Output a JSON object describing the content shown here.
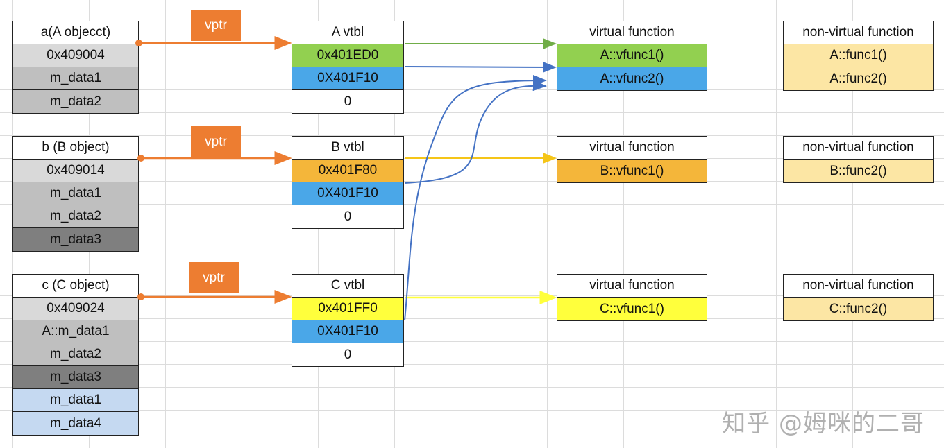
{
  "objects": {
    "a": {
      "header": "a(A objecct)",
      "rows": [
        "0x409004",
        "m_data1",
        "m_data2"
      ]
    },
    "b": {
      "header": "b (B object)",
      "rows": [
        "0x409014",
        "m_data1",
        "m_data2",
        "m_data3"
      ]
    },
    "c": {
      "header": "c (C object)",
      "rows": [
        "0x409024",
        "A::m_data1",
        "m_data2",
        "m_data3",
        "m_data1",
        "m_data4"
      ]
    }
  },
  "vptr_label": "vptr",
  "vtables": {
    "a": {
      "header": "A vtbl",
      "rows": [
        "0x401ED0",
        "0X401F10",
        "0"
      ]
    },
    "b": {
      "header": "B vtbl",
      "rows": [
        "0x401F80",
        "0X401F10",
        "0"
      ]
    },
    "c": {
      "header": "C vtbl",
      "rows": [
        "0x401FF0",
        "0X401F10",
        "0"
      ]
    }
  },
  "virtual_functions": {
    "a": {
      "header": "virtual function",
      "rows": [
        "A::vfunc1()",
        "A::vfunc2()"
      ]
    },
    "b": {
      "header": "virtual function",
      "rows": [
        "B::vfunc1()"
      ]
    },
    "c": {
      "header": "virtual function",
      "rows": [
        "C::vfunc1()"
      ]
    }
  },
  "non_virtual_functions": {
    "a": {
      "header": "non-virtual function",
      "rows": [
        "A::func1()",
        "A::func2()"
      ]
    },
    "b": {
      "header": "non-virtual function",
      "rows": [
        "B::func2()"
      ]
    },
    "c": {
      "header": "non-virtual function",
      "rows": [
        "C::func2()"
      ]
    }
  },
  "colors": {
    "vptr_arrow": "#ed7d31",
    "green_arrow": "#70ad47",
    "blue_arrow": "#4472c4",
    "yellow_arrow": "#f5c518",
    "bright_yellow_arrow": "#ffff3c"
  },
  "watermark": "知乎 @姆咪的二哥"
}
